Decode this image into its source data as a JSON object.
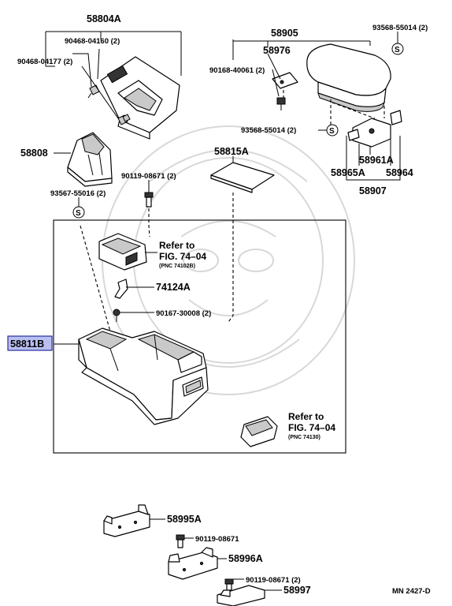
{
  "labels": {
    "p58804A": "58804A",
    "p90468_04160": "90468-04160 (2)",
    "p90468_04177": "90468-04177 (2)",
    "p58905": "58905",
    "p58976": "58976",
    "p90168_40061": "90168-40061 (2)",
    "p93568_55014_top": "93568-55014 (2)",
    "p93568_55014_mid": "93568-55014 (2)",
    "p58961A": "58961A",
    "p58965A": "58965A",
    "p58964": "58964",
    "p58907": "58907",
    "p58808": "58808",
    "p58815A": "58815A",
    "p90119_08671_top": "90119-08671 (2)",
    "p93567_55016": "93567-55016 (2)",
    "p58811B": "58811B",
    "p74124A": "74124A",
    "p90167_30008": "90167-30008 (2)",
    "p58995A": "58995A",
    "p90119_08671_b1": "90119-08671",
    "p58996A": "58996A",
    "p90119_08671_b2": "90119-08671 (2)",
    "p58997": "58997",
    "code": "MN 2427-D"
  },
  "refs": [
    {
      "line1": "Refer to",
      "line2": "FIG. 74–04",
      "pnc": "(PNC 74102B)"
    },
    {
      "line1": "Refer to",
      "line2": "FIG. 74–04",
      "pnc": "(PNC 74130)"
    }
  ],
  "colors": {
    "highlight_fill": "#b9bff0",
    "highlight_border": "#2a2f9c",
    "line": "#000000",
    "watermark": "#d8d8d8"
  }
}
